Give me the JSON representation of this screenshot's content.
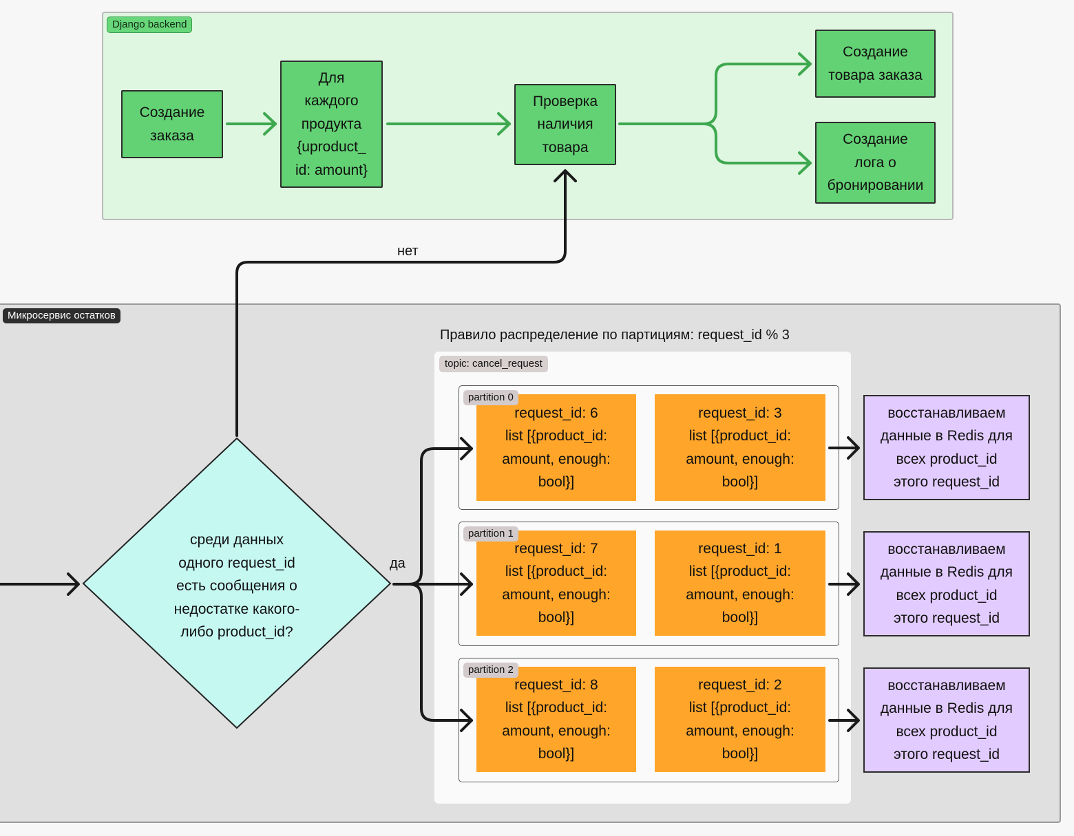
{
  "django": {
    "label": "Django backend",
    "create_order": "Создание\nзаказа",
    "for_each_product": "Для\nкаждого\nпродукта\n{uproduct_\nid: amount}",
    "check_availability": "Проверка\nналичия\nтовара",
    "create_order_item": "Создание\nтовара заказа",
    "create_reservation_log": "Создание\nлога о\nбронировании"
  },
  "microservice": {
    "label": "Микросервис остатков",
    "decision": "среди данных\nодного request_id\nесть сообщения о\nнедостатке какого-\nлибо product_id?",
    "yes_label": "да",
    "no_label": "нет",
    "rule": "Правило распределение по партициям: request_id % 3",
    "topic": "topic: cancel_request",
    "partitions": [
      {
        "name": "partition 0",
        "messages": [
          "request_id: 6\nlist [{product_id:\namount, enough:\nbool}]",
          "request_id: 3\nlist [{product_id:\namount, enough:\nbool}]"
        ],
        "action": "восстанавливаем\nданные в Redis для\nвсех product_id\nэтого request_id"
      },
      {
        "name": "partition 1",
        "messages": [
          "request_id: 7\nlist [{product_id:\namount, enough:\nbool}]",
          "request_id: 1\nlist [{product_id:\namount, enough:\nbool}]"
        ],
        "action": "восстанавливаем\nданные в Redis для\nвсех product_id\nэтого request_id"
      },
      {
        "name": "partition 2",
        "messages": [
          "request_id: 8\nlist [{product_id:\namount, enough:\nbool}]",
          "request_id: 2\nlist [{product_id:\namount, enough:\nbool}]"
        ],
        "action": "восстанавливаем\nданные в Redis для\nвсех product_id\nэтого request_id"
      }
    ]
  },
  "colors": {
    "green_box": "#63d274",
    "green_frame": "#dff6e1",
    "orange_box": "#ffa52a",
    "purple_box": "#e2cbff",
    "decision_fill": "#c6f8f2",
    "green_arrow": "#3ea84f"
  }
}
